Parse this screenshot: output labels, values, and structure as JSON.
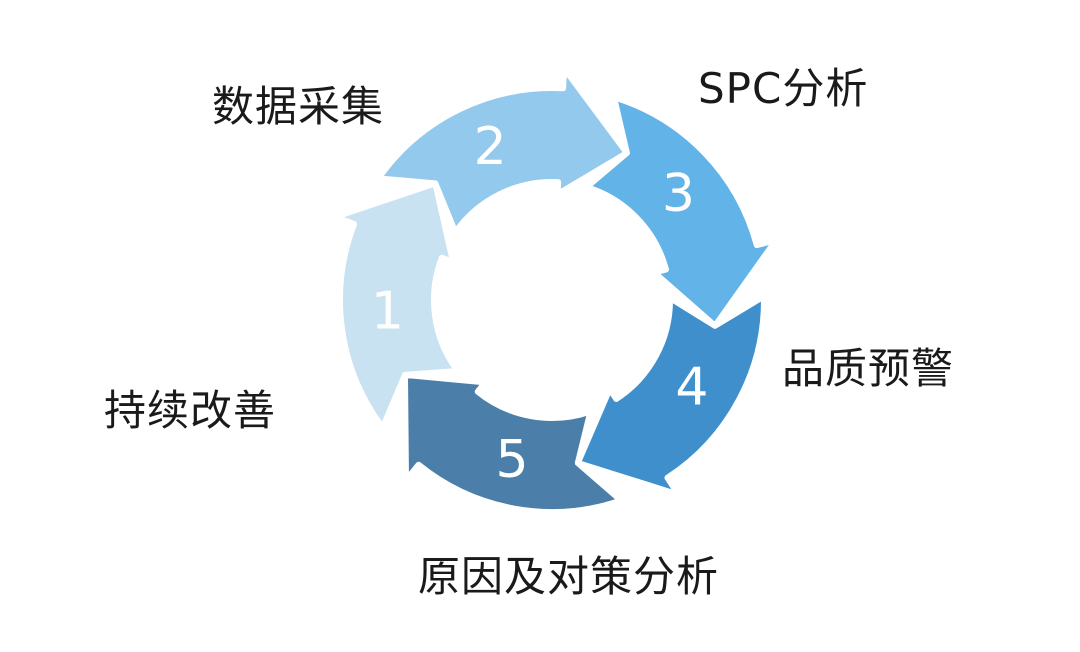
{
  "diagram": {
    "steps": [
      {
        "number": "1",
        "label": "数据采集",
        "color": "#c9e2f1"
      },
      {
        "number": "2",
        "label": "SPC分析",
        "color": "#93c9ec"
      },
      {
        "number": "3",
        "label": "品质预警",
        "color": "#62b3e8"
      },
      {
        "number": "4",
        "label": "原因及对策分析",
        "color": "#3e8fcc"
      },
      {
        "number": "5",
        "label": "持续改善",
        "color": "#4b7fa9"
      }
    ]
  }
}
